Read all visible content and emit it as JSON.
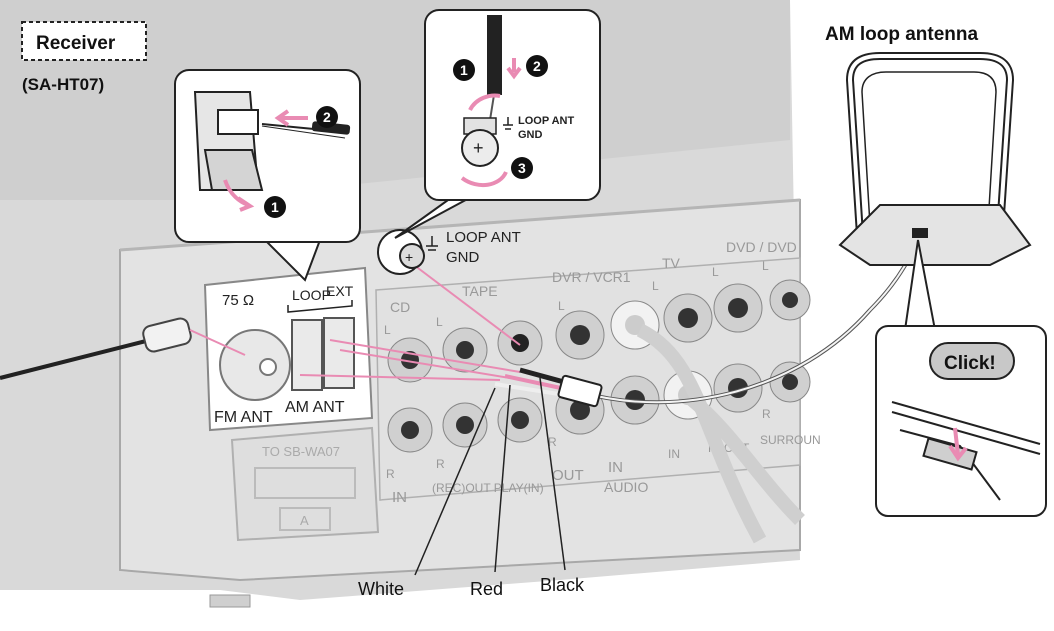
{
  "labels": {
    "receiver": "Receiver",
    "model": "(SA-HT07)",
    "am_antenna": "AM loop antenna",
    "click": "Click!",
    "wire_white": "White",
    "wire_red": "Red",
    "wire_black": "Black"
  },
  "callouts": {
    "loop_ant": "LOOP ANT",
    "gnd": "GND",
    "loop_ant_small": "LOOP ANT",
    "gnd_small": "GND",
    "plus": "+",
    "step_1": "1",
    "step_2": "2",
    "step_3": "3"
  },
  "terminal_panel": {
    "ohm": "75 Ω",
    "loop": "LOOP",
    "ext": "EXT",
    "fm_ant": "FM ANT",
    "am_ant": "AM ANT",
    "to_sb": "TO SB-WA07",
    "port_a": "A"
  },
  "jack_panel": {
    "cd": "CD",
    "tape": "TAPE",
    "dvr": "DVR / VCR1",
    "tv": "TV",
    "dvd": "DVD / DVD",
    "l": "L",
    "r": "R",
    "in": "IN",
    "rec_play": "(REC)OUT PLAY(IN)",
    "out": "OUT",
    "audio": "AUDIO",
    "front": "FRONT",
    "surround": "SURROUN"
  },
  "colors": {
    "panel": "#dcdcdc",
    "panel_dark": "#c8c8c8",
    "pink": "#e98bb3",
    "jack_dark": "#2a2a2a"
  }
}
